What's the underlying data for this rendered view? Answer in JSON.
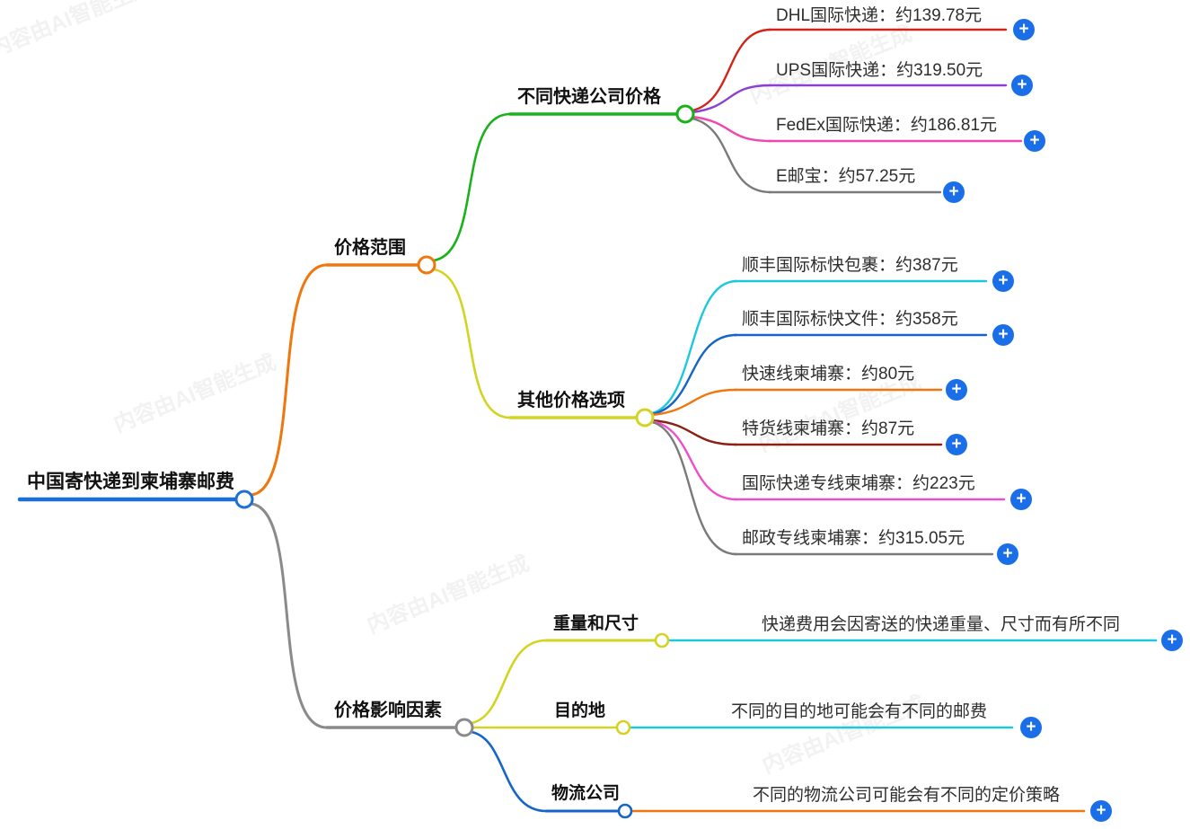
{
  "watermark": "内容由AI智能生成",
  "root": {
    "label": "中国寄快递到柬埔寨邮费",
    "color": "#1b6fd6"
  },
  "branches": {
    "price_range": {
      "label": "价格范围",
      "color": "#f0770e"
    },
    "company_prices": {
      "label": "不同快递公司价格",
      "color": "#1ab21a"
    },
    "dhl": {
      "label": "DHL国际快递：约139.78元",
      "color": "#d2251a"
    },
    "ups": {
      "label": "UPS国际快递：约319.50元",
      "color": "#8a41cf"
    },
    "fedex": {
      "label": "FedEx国际快递：约186.81元",
      "color": "#f246ae"
    },
    "epacket": {
      "label": "E邮宝：约57.25元",
      "color": "#7a7a7a"
    },
    "other_options": {
      "label": "其他价格选项",
      "color": "#d3d421"
    },
    "sf_parcel": {
      "label": "顺丰国际标快包裹：约387元",
      "color": "#1ec8dc"
    },
    "sf_doc": {
      "label": "顺丰国际标快文件：约358元",
      "color": "#1565c8"
    },
    "fast_line": {
      "label": "快速线柬埔寨：约80元",
      "color": "#f0770e"
    },
    "special_cargo": {
      "label": "特货线柬埔寨：约87元",
      "color": "#8c2014"
    },
    "intl_express_line": {
      "label": "国际快递专线柬埔寨：约223元",
      "color": "#ef4ecb"
    },
    "postal_line": {
      "label": "邮政专线柬埔寨：约315.05元",
      "color": "#7a7a7a"
    },
    "factors": {
      "label": "价格影响因素",
      "color": "#8a8a8a"
    },
    "weight_size": {
      "label": "重量和尺寸",
      "color": "#d3d421"
    },
    "weight_size_detail": {
      "label": "快递费用会因寄送的快递重量、尺寸而有所不同",
      "color": "#1ec8dc"
    },
    "destination": {
      "label": "目的地",
      "color": "#d3d421"
    },
    "destination_detail": {
      "label": "不同的目的地可能会有不同的邮费",
      "color": "#1ec8dc"
    },
    "logistics": {
      "label": "物流公司",
      "color": "#1565c8"
    },
    "logistics_detail": {
      "label": "不同的物流公司可能会有不同的定价策略",
      "color": "#f0770e"
    }
  },
  "plus_button": {
    "glyph": "+",
    "color": "#1a6fe8"
  }
}
